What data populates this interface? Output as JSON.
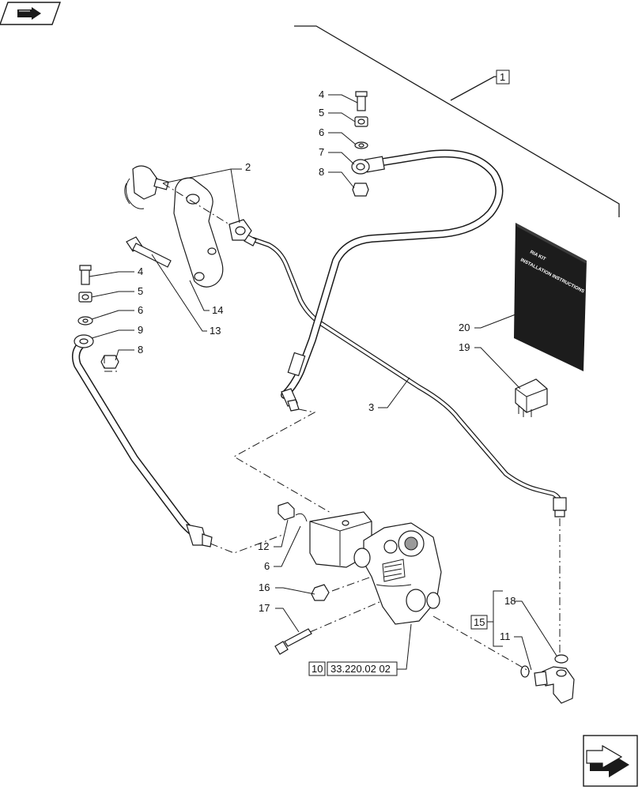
{
  "callouts": {
    "c1": "1",
    "c2": "2",
    "c3": "3",
    "c4a": "4",
    "c5a": "5",
    "c6a": "6",
    "c7": "7",
    "c8a": "8",
    "c4b": "4",
    "c5b": "5",
    "c6b": "6",
    "c9": "9",
    "c8b": "8",
    "c14": "14",
    "c13": "13",
    "c20": "20",
    "c19": "19",
    "c12": "12",
    "c6c": "6",
    "c16": "16",
    "c17": "17",
    "c18": "18",
    "c15": "15",
    "c11": "11",
    "c10": "10",
    "ref": "33.220.02 02"
  },
  "manual": {
    "line1": "RIA KIT",
    "line2": "INSTALLATION INSTRUCTIONS"
  },
  "icons": {
    "top_left": "book-arrow-icon",
    "bottom_right": "next-page-arrow-icon"
  }
}
